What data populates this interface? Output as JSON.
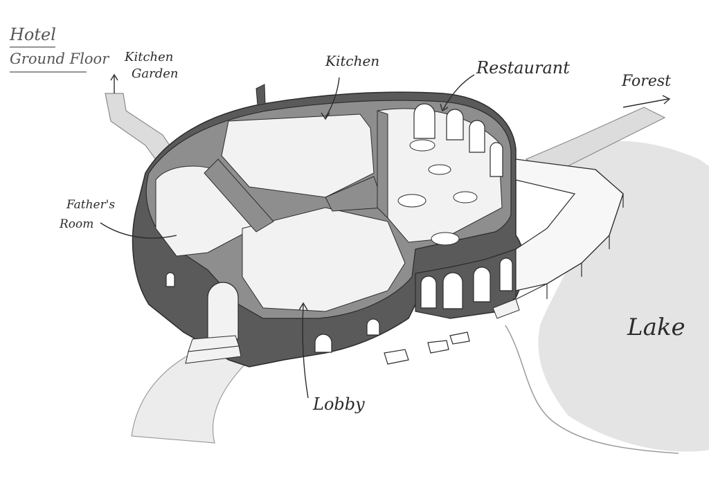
{
  "title": {
    "line1": "Hotel",
    "line2": "Ground Floor"
  },
  "labels": {
    "kitchen_garden_1": "Kitchen",
    "kitchen_garden_2": "Garden",
    "kitchen": "Kitchen",
    "restaurant": "Restaurant",
    "forest": "Forest",
    "fathers_room_1": "Father's",
    "fathers_room_2": "Room",
    "lobby": "Lobby",
    "lake": "Lake"
  },
  "colors": {
    "ink": "#2b2b2b",
    "wall_dark": "#5a5a5a",
    "wall_mid": "#8e8e8e",
    "floor_light": "#f2f2f2",
    "path_grey": "#dcdcdc",
    "water_grey": "#e4e4e4"
  }
}
